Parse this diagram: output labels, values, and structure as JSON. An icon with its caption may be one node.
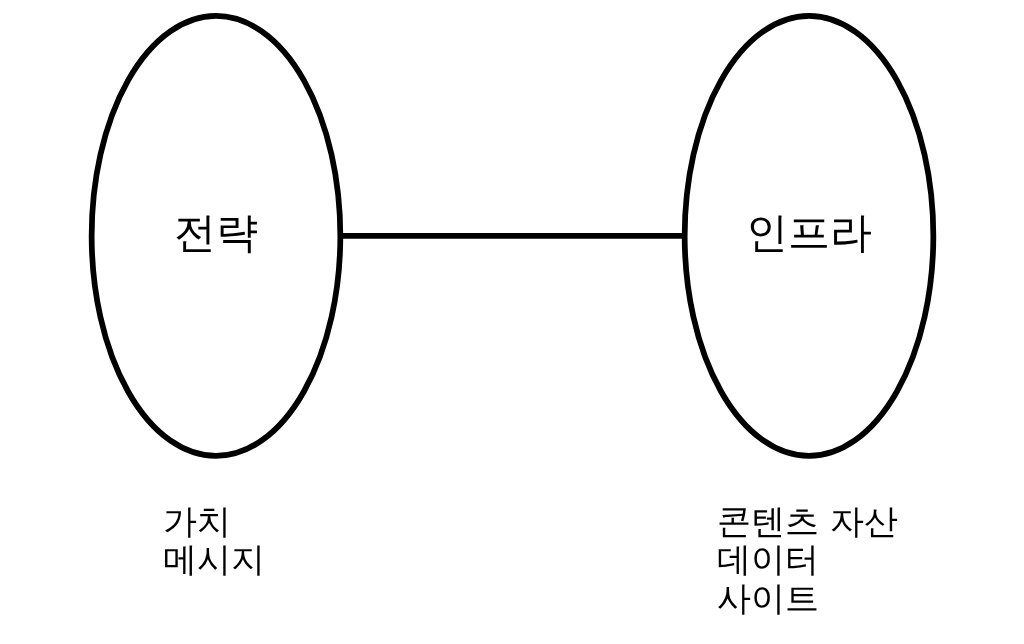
{
  "diagram": {
    "nodes": [
      {
        "text": [
          "전략"
        ],
        "beside": [
          "가치",
          "메시지"
        ]
      },
      {
        "text": [
          "인프라"
        ],
        "beside": [
          "콘텐츠 자산",
          "데이터",
          "사이트"
        ]
      }
    ],
    "edges": [
      {
        "from": 0,
        "to": 1,
        "arrow": "none"
      }
    ]
  }
}
